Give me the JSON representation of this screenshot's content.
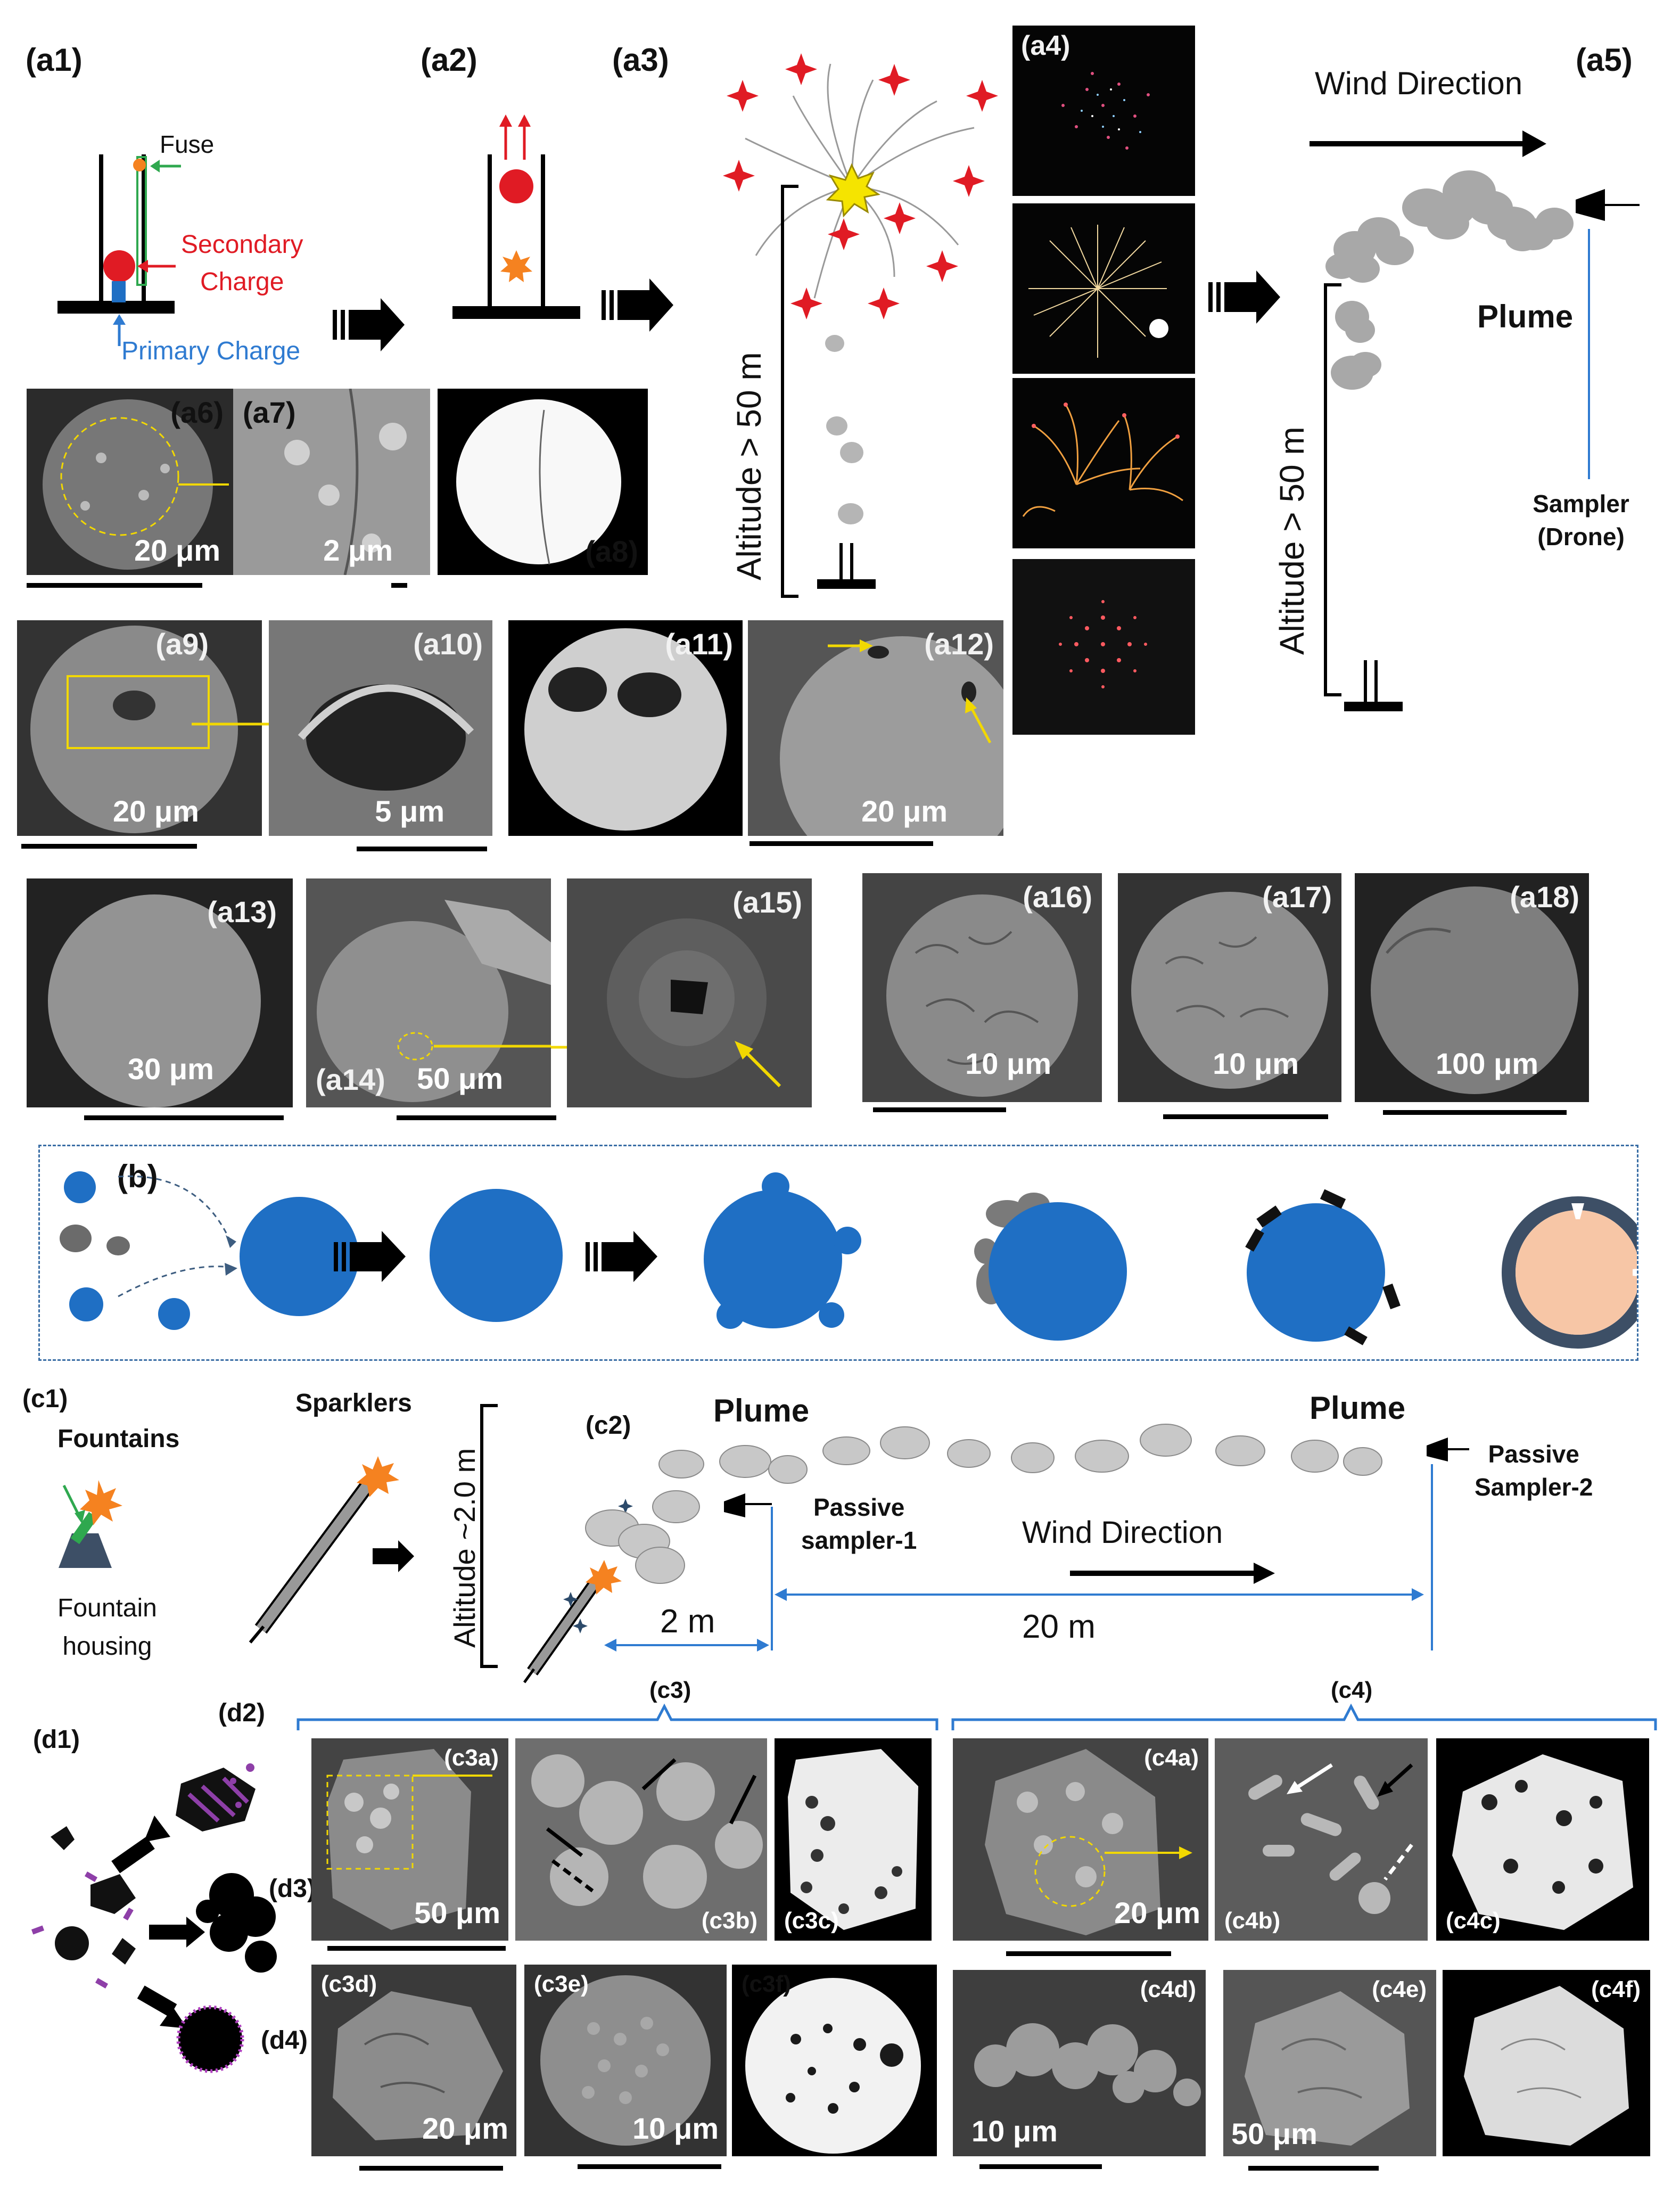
{
  "colors": {
    "blue": "#1f6fc4",
    "red": "#e01b24",
    "orange": "#f58220",
    "green": "#2fa84f",
    "gray": "#9a9a9a",
    "peach": "#f7c6a6",
    "dark_ring": "#3d4f66",
    "purple": "#8e3fa8",
    "yellow": "#f5d800",
    "line_blue": "#2f7bd1"
  },
  "labels": {
    "a1": "(a1)",
    "a2": "(a2)",
    "a3": "(a3)",
    "a4": "(a4)",
    "a5": "(a5)",
    "a6": "(a6)",
    "a7": "(a7)",
    "a8": "(a8)",
    "a9": "(a9)",
    "a10": "(a10)",
    "a11": "(a11)",
    "a12": "(a12)",
    "a13": "(a13)",
    "a14": "(a14)",
    "a15": "(a15)",
    "a16": "(a16)",
    "a17": "(a17)",
    "a18": "(a18)",
    "b": "(b)",
    "c1": "(c1)",
    "c2": "(c2)",
    "c3": "(c3)",
    "c4": "(c4)",
    "c3a": "(c3a)",
    "c3b": "(c3b)",
    "c3c": "(c3c)",
    "c3d": "(c3d)",
    "c3e": "(c3e)",
    "c3f": "(c3f)",
    "c4a": "(c4a)",
    "c4b": "(c4b)",
    "c4c": "(c4c)",
    "c4d": "(c4d)",
    "c4e": "(c4e)",
    "c4f": "(c4f)",
    "d1": "(d1)",
    "d2": "(d2)",
    "d3": "(d3)",
    "d4": "(d4)"
  },
  "texts": {
    "fuse": "Fuse",
    "secondary_charge_1": "Secondary",
    "secondary_charge_2": "Charge",
    "primary_charge": "Primary Charge",
    "altitude_a3": "Altitude > 50 m",
    "altitude_a5": "Altitude > 50 m",
    "wind_direction_top": "Wind Direction",
    "plume_top": "Plume",
    "sampler_1": "Sampler",
    "sampler_2": "(Drone)",
    "fountains": "Fountains",
    "fountain_housing_1": "Fountain",
    "fountain_housing_2": "housing",
    "sparklers": "Sparklers",
    "altitude_c2": "Altitude ~2.0 m",
    "plume_c2_left": "Plume",
    "plume_c2_right": "Plume",
    "passive_sampler1_1": "Passive",
    "passive_sampler1_2": "sampler-1",
    "passive_sampler2_1": "Passive",
    "passive_sampler2_2": "Sampler-2",
    "wind_direction_c2": "Wind Direction",
    "dist_2m": "2 m",
    "dist_20m": "20 m"
  },
  "scales": {
    "a6": "20 μm",
    "a7": "2 μm",
    "a9": "20 μm",
    "a10": "5 μm",
    "a12": "20 μm",
    "a13": "30 μm",
    "a14": "50 μm",
    "a16": "10 μm",
    "a17": "10 μm",
    "a18": "100 μm",
    "c3a": "50 μm",
    "c3d": "20 μm",
    "c3e": "10 μm",
    "c4a": "20 μm",
    "c4d": "10 μm",
    "c4e": "50 μm"
  }
}
